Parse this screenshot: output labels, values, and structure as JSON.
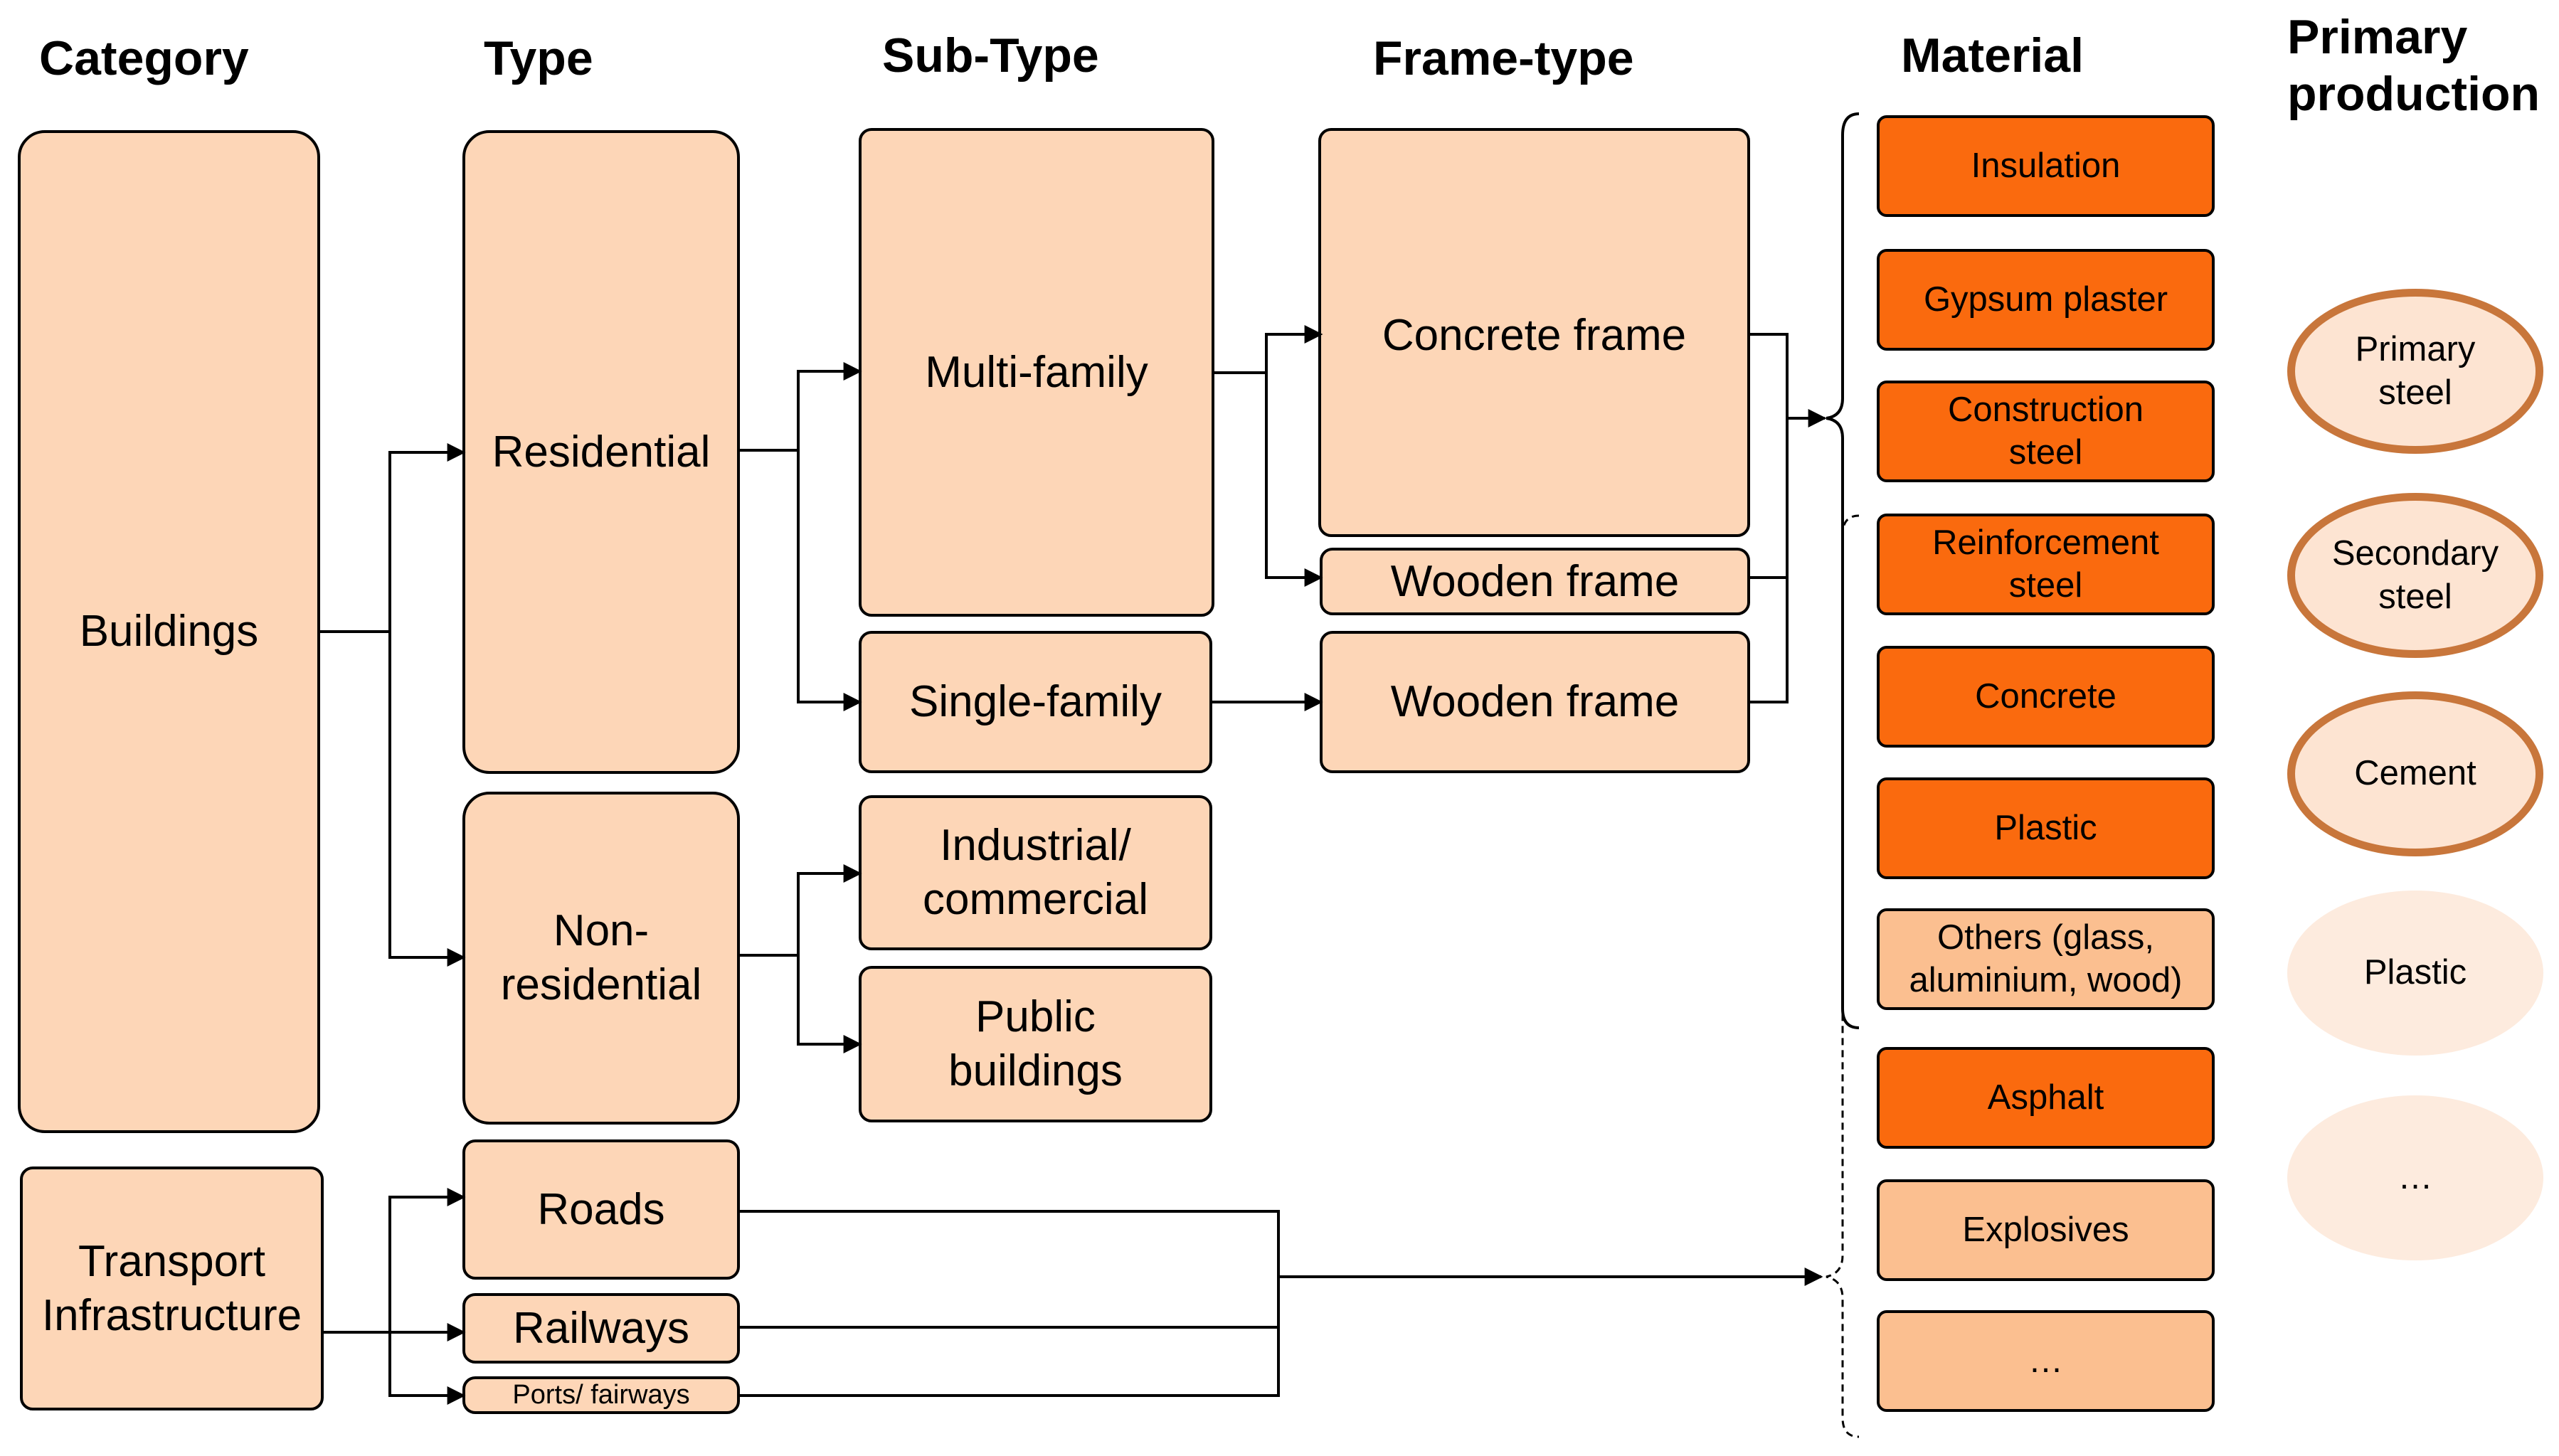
{
  "headers": {
    "category": "Category",
    "type": "Type",
    "subtype": "Sub-Type",
    "frame_type": "Frame-type",
    "material": "Material",
    "primary_production": "Primary\nproduction"
  },
  "categories": {
    "buildings": "Buildings",
    "transport": "Transport\nInfrastructure"
  },
  "types": {
    "residential": "Residential",
    "non_residential": "Non-\nresidential",
    "roads": "Roads",
    "railways": "Railways",
    "ports": "Ports/ fairways"
  },
  "subtypes": {
    "multi_family": "Multi-family",
    "single_family": "Single-family",
    "industrial": "Industrial/\ncommercial",
    "public": "Public\nbuildings"
  },
  "frame_types": {
    "concrete_frame": "Concrete frame",
    "wooden_frame_mf": "Wooden frame",
    "wooden_frame_sf": "Wooden frame"
  },
  "materials": [
    {
      "label": "Insulation",
      "tone": "dark"
    },
    {
      "label": "Gypsum  plaster",
      "tone": "dark"
    },
    {
      "label": "Construction\nsteel",
      "tone": "dark"
    },
    {
      "label": "Reinforcement\nsteel",
      "tone": "dark"
    },
    {
      "label": "Concrete",
      "tone": "dark"
    },
    {
      "label": "Plastic",
      "tone": "dark"
    },
    {
      "label": "Others (glass,\naluminium, wood)",
      "tone": "light"
    },
    {
      "label": "Asphalt",
      "tone": "dark"
    },
    {
      "label": "Explosives",
      "tone": "light"
    },
    {
      "label": "…",
      "tone": "light"
    }
  ],
  "primary_production": [
    {
      "label": "Primary\nsteel",
      "style": "ring"
    },
    {
      "label": "Secondary\nsteel",
      "style": "ring"
    },
    {
      "label": "Cement",
      "style": "ring"
    },
    {
      "label": "Plastic",
      "style": "soft"
    },
    {
      "label": "…",
      "style": "soft"
    }
  ],
  "colors": {
    "box_fill": "#fdd6b7",
    "material_dark": "#fa6a0e",
    "material_light": "#fbbf90",
    "ring_border": "#c8763b",
    "circle_fill": "#fde4d2",
    "circle_soft": "#fdebde"
  }
}
